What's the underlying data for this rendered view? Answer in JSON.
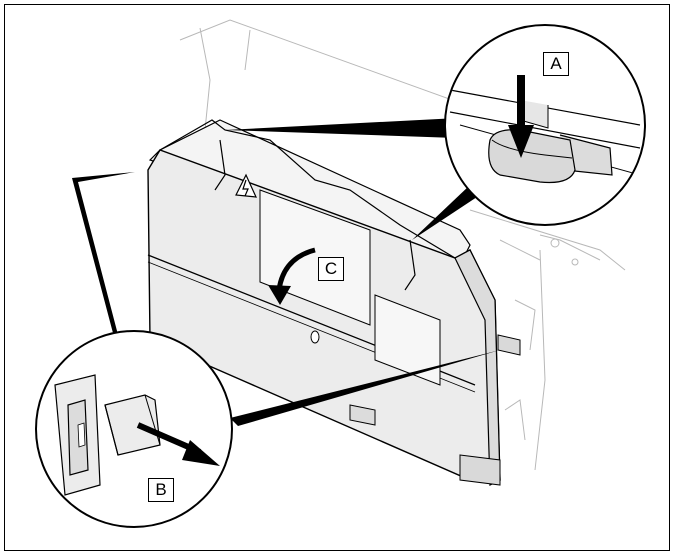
{
  "figure": {
    "callouts": {
      "a": "A",
      "b": "B",
      "c": "C"
    }
  },
  "colors": {
    "line": "#000000",
    "faint_line": "#b8b8b8",
    "panel_fill": "#ececec",
    "detail_fill": "#d9d9d9",
    "arrow": "#000000"
  },
  "icons": {
    "hazard": "electrical-hazard-icon",
    "arrow_down": "push-down-arrow-icon",
    "arrow_out": "pull-out-arrow-icon",
    "arrow_rotate": "tilt-open-arrow-icon"
  }
}
